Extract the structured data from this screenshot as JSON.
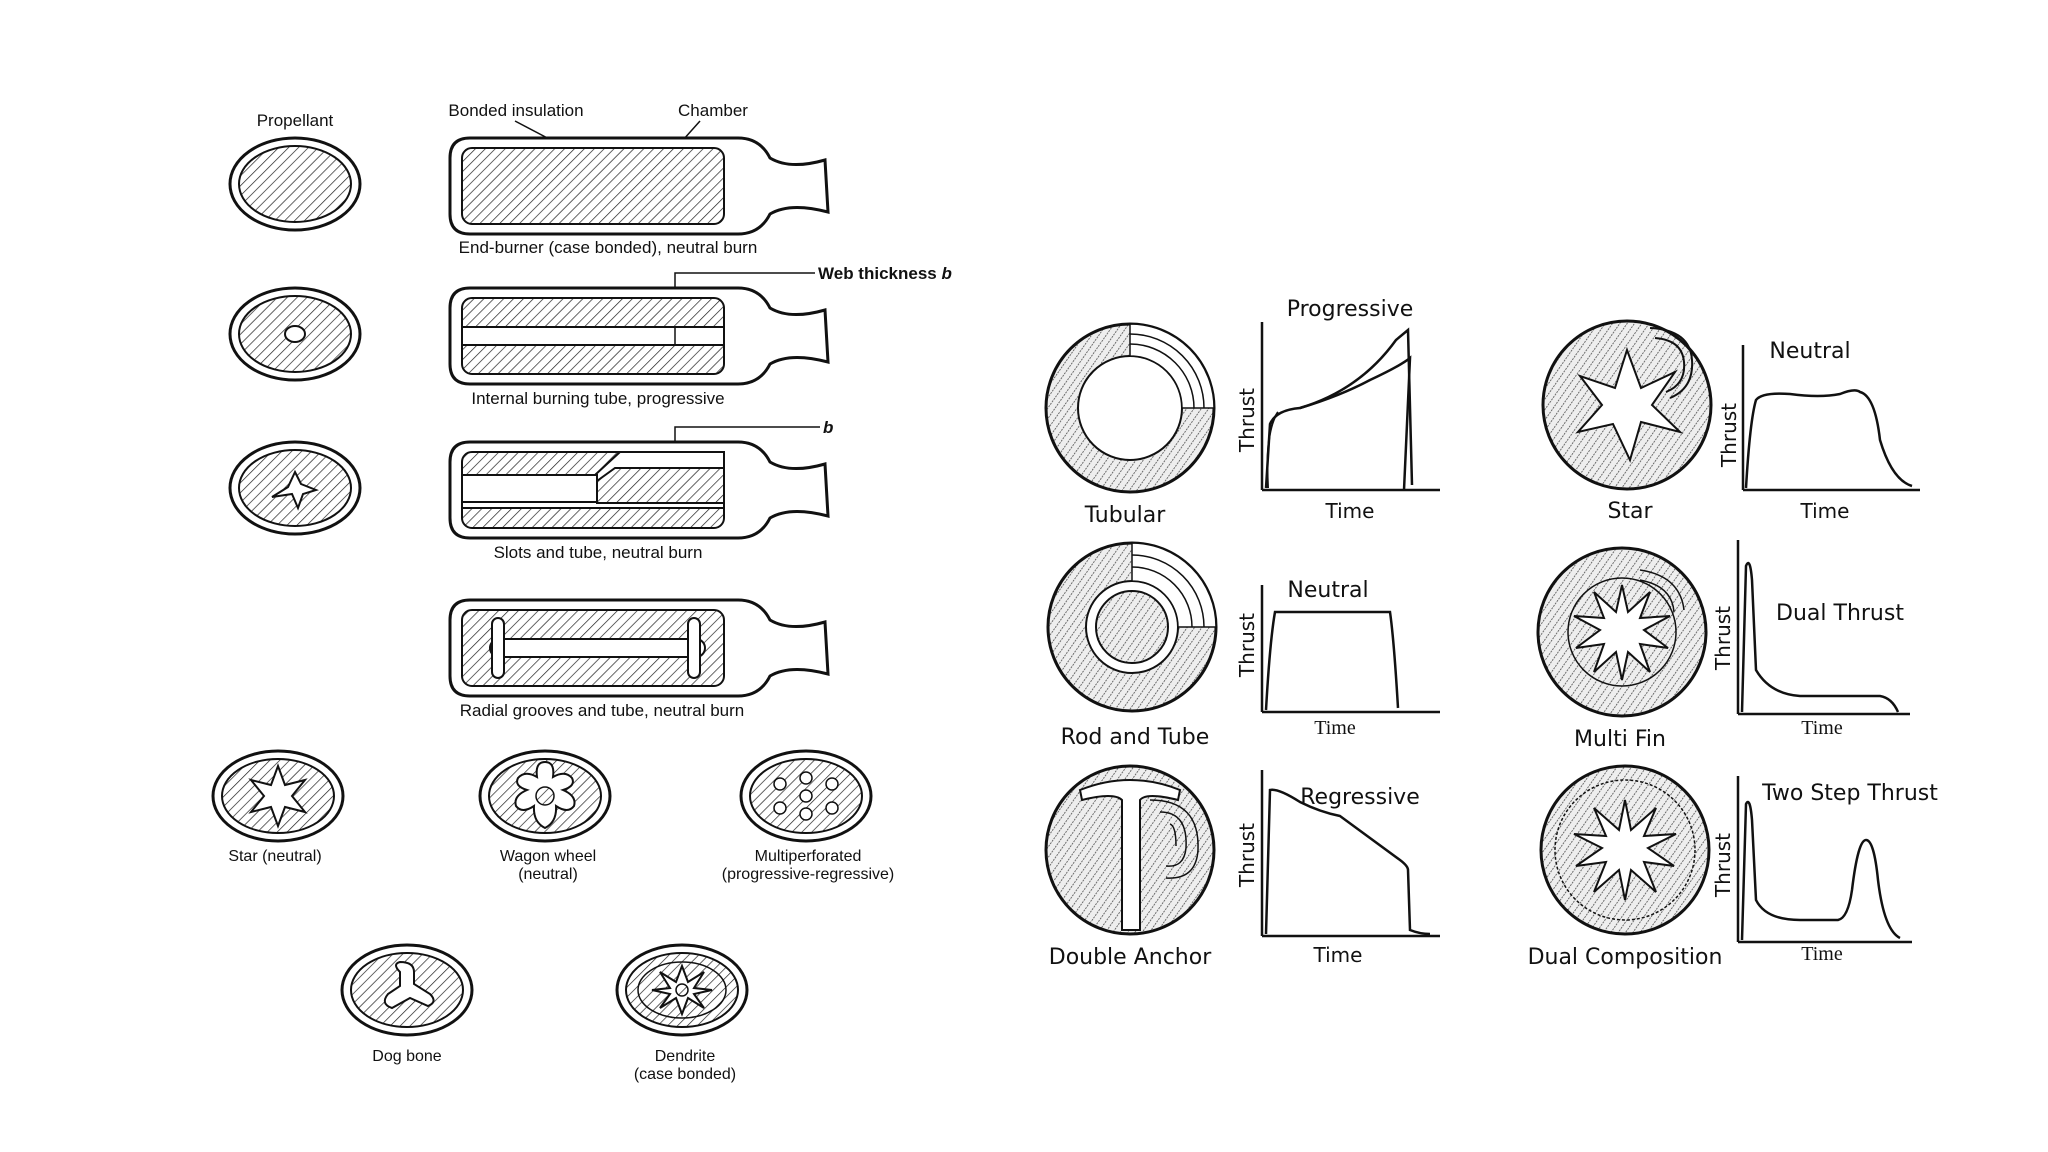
{
  "left_figure": {
    "labels": {
      "propellant": "Propellant",
      "bonded_insulation": "Bonded insulation",
      "chamber": "Chamber",
      "web_thickness": "Web thickness",
      "web_symbol": "b",
      "b_label": "b"
    },
    "captions": {
      "end_burner": "End-burner (case bonded), neutral burn",
      "internal_tube": "Internal burning tube, progressive",
      "slots_tube": "Slots and tube, neutral burn",
      "radial_grooves": "Radial grooves and tube, neutral burn",
      "star": "Star (neutral)",
      "wagon_line1": "Wagon wheel",
      "wagon_line2": "(neutral)",
      "multi_line1": "Multiperforated",
      "multi_line2": "(progressive-regressive)",
      "dog_bone": "Dog bone",
      "dendrite_line1": "Dendrite",
      "dendrite_line2": "(case bonded)"
    }
  },
  "right_figure": {
    "axis_y": "Thrust",
    "axis_x": "Time",
    "panels": [
      {
        "grain": "Tubular",
        "curve": "Progressive"
      },
      {
        "grain": "Star",
        "curve": "Neutral"
      },
      {
        "grain": "Rod and Tube",
        "curve": "Neutral"
      },
      {
        "grain": "Multi Fin",
        "curve": "Dual Thrust"
      },
      {
        "grain": "Double Anchor",
        "curve": "Regressive"
      },
      {
        "grain": "Dual Composition",
        "curve": "Two Step Thrust"
      }
    ]
  }
}
